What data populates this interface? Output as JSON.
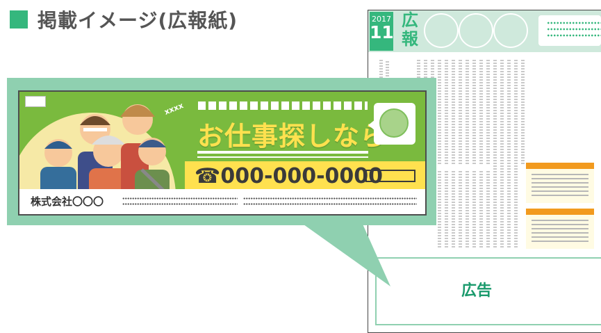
{
  "heading": {
    "text": "掲載イメージ(広報紙)"
  },
  "newspaper": {
    "year": "2017",
    "month": "11",
    "title_chars": [
      "広",
      "報"
    ],
    "circle_placeholders": 3,
    "ad_label": "広告"
  },
  "ad_banner": {
    "xxxx": "xxxx",
    "headline": "お仕事探しなら",
    "phone": "☎000-000-0000",
    "company": "株式会社〇〇〇"
  },
  "colors": {
    "accent_green": "#35b77d",
    "light_green": "#cfe9dc",
    "banner_green": "#7aba3e",
    "yellow": "#ffe14f",
    "callout_green": "#8fd0b0",
    "orange": "#f29a1e"
  }
}
